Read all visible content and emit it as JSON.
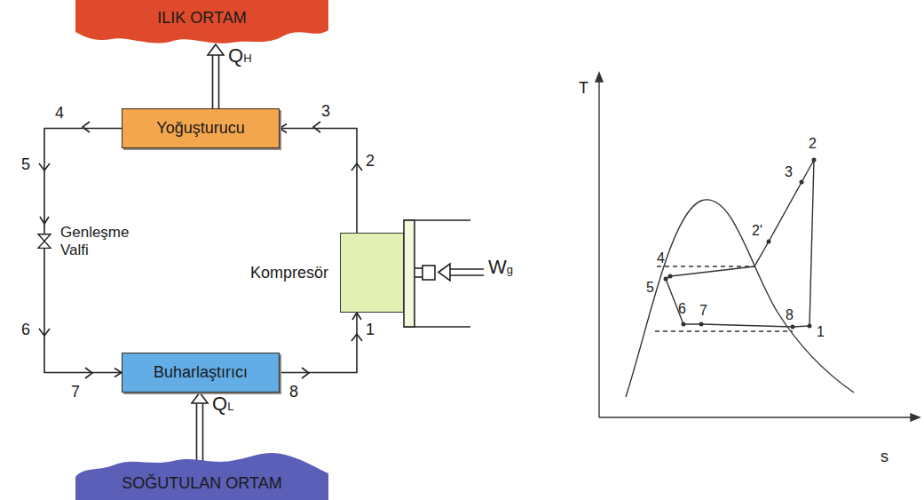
{
  "diagram": {
    "nodes": [
      {
        "text": [
          "ILIK ORTAM"
        ]
      },
      {
        "text": [
          "Yoğuşturucu"
        ]
      },
      {
        "text": [
          "Kompresör"
        ]
      },
      {
        "text": [
          "Genleşme Valfi"
        ]
      },
      {
        "text": [
          "Buharlaştırıcı"
        ]
      },
      {
        "text": [
          "SOĞUTULAN ORTAM"
        ]
      }
    ],
    "edges": [
      {
        "from": 1,
        "to": 3,
        "arrow": "to"
      },
      {
        "from": 3,
        "to": 4,
        "arrow": "to"
      },
      {
        "from": 4,
        "to": 2,
        "arrow": "to"
      },
      {
        "from": 2,
        "to": 1,
        "arrow": "to"
      },
      {
        "from": 1,
        "to": 0,
        "label": "QH",
        "arrow": "to"
      },
      {
        "from": 5,
        "to": 4,
        "label": "QL",
        "arrow": "to"
      }
    ],
    "labels": [
      "4",
      "3",
      "5",
      "2",
      "Wg",
      "6",
      "1",
      "7",
      "8",
      "T",
      "2",
      "3",
      "2'",
      "4",
      "5",
      "6",
      "7",
      "8",
      "1",
      "s"
    ]
  }
}
